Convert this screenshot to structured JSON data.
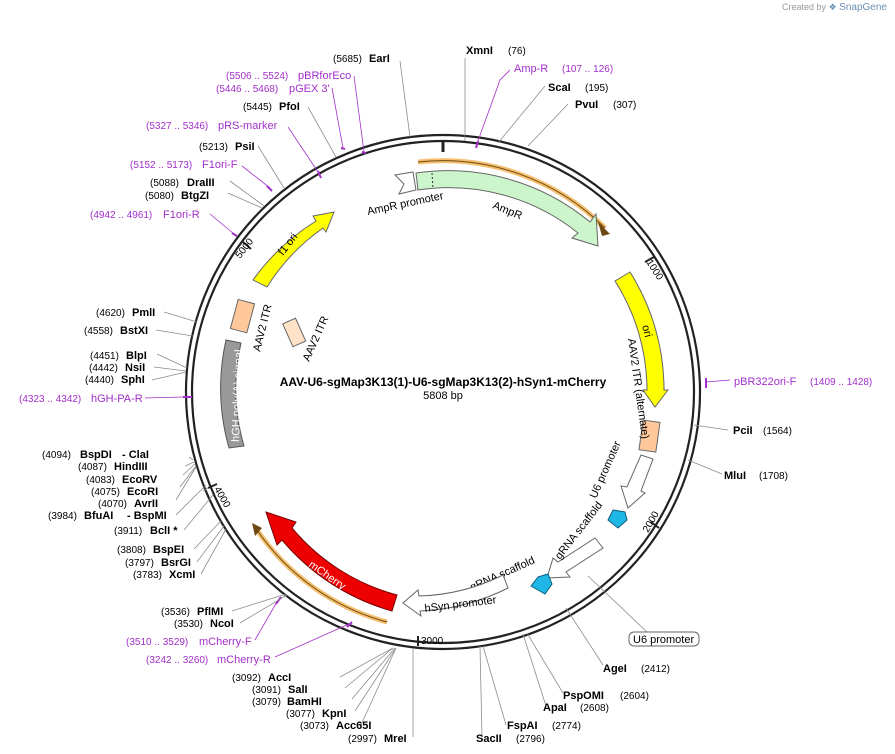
{
  "watermark": {
    "created_by": "Created by",
    "brand": "SnapGene"
  },
  "plasmid": {
    "name": "AAV-U6-sgMap3K13(1)-U6-sgMap3K13(2)-hSyn1-mCherry",
    "size": "5808 bp"
  },
  "ticks": [
    "1000",
    "2000",
    "3000",
    "4000",
    "5000"
  ],
  "features": [
    {
      "label": "AmpR",
      "color": "#ccf5cc"
    },
    {
      "label": "AmpR promoter",
      "color": "#ffffff"
    },
    {
      "label": "ori",
      "color": "#ffff00"
    },
    {
      "label": "AAV2 ITR (alternate)",
      "color": "#ffc89a"
    },
    {
      "label": "U6 promoter",
      "color": "#ffffff"
    },
    {
      "label": "gRNA scaffold",
      "color": "#1fb8e6"
    },
    {
      "label": "gRNA scaffold",
      "color": "#1fb8e6"
    },
    {
      "label": "hSyn promoter",
      "color": "#ffffff"
    },
    {
      "label": "mCherry",
      "color": "#ee0000"
    },
    {
      "label": "hGH poly(A) signal",
      "color": "#999999"
    },
    {
      "label": "AAV2 ITR",
      "color": "#ffc89a"
    },
    {
      "label": "AAV2 ITR",
      "color": "#ffc89a"
    },
    {
      "label": "f1 ori",
      "color": "#ffff00"
    }
  ],
  "u6_callout": "U6 promoter",
  "sites": [
    {
      "name": "XmnI",
      "pos": "(76)"
    },
    {
      "name": "ScaI",
      "pos": "(195)"
    },
    {
      "name": "PvuI",
      "pos": "(307)"
    },
    {
      "name": "PciI",
      "pos": "(1564)"
    },
    {
      "name": "MluI",
      "pos": "(1708)"
    },
    {
      "name": "AgeI",
      "pos": "(2412)"
    },
    {
      "name": "PspOMI",
      "pos": "(2604)"
    },
    {
      "name": "ApaI",
      "pos": "(2608)"
    },
    {
      "name": "FspAI",
      "pos": "(2774)"
    },
    {
      "name": "SacII",
      "pos": "(2796)"
    },
    {
      "name": "MreI",
      "pos": "(2997)"
    },
    {
      "name": "Acc65I",
      "pos": "(3073)"
    },
    {
      "name": "KpnI",
      "pos": "(3077)"
    },
    {
      "name": "BamHI",
      "pos": "(3079)"
    },
    {
      "name": "SalI",
      "pos": "(3091)"
    },
    {
      "name": "AccI",
      "pos": "(3092)"
    },
    {
      "name": "NcoI",
      "pos": "(3530)"
    },
    {
      "name": "PflMI",
      "pos": "(3536)"
    },
    {
      "name": "XcmI",
      "pos": "(3783)"
    },
    {
      "name": "BsrGI",
      "pos": "(3797)"
    },
    {
      "name": "BspEI",
      "pos": "(3808)"
    },
    {
      "name": "BclI *",
      "pos": "(3911)"
    },
    {
      "name": "BfuAI",
      "pos": "(3984)",
      "extra": "- BspMI"
    },
    {
      "name": "AvrII",
      "pos": "(4070)"
    },
    {
      "name": "EcoRI",
      "pos": "(4075)"
    },
    {
      "name": "EcoRV",
      "pos": "(4083)"
    },
    {
      "name": "HindIII",
      "pos": "(4087)"
    },
    {
      "name": "BspDI",
      "pos": "(4094)",
      "extra": "- ClaI"
    },
    {
      "name": "SphI",
      "pos": "(4440)"
    },
    {
      "name": "NsiI",
      "pos": "(4442)"
    },
    {
      "name": "BlpI",
      "pos": "(4451)"
    },
    {
      "name": "BstXI",
      "pos": "(4558)"
    },
    {
      "name": "PmlI",
      "pos": "(4620)"
    },
    {
      "name": "BtgZI",
      "pos": "(5080)"
    },
    {
      "name": "DraIII",
      "pos": "(5088)"
    },
    {
      "name": "PsiI",
      "pos": "(5213)"
    },
    {
      "name": "PfoI",
      "pos": "(5445)"
    },
    {
      "name": "EarI",
      "pos": "(5685)"
    }
  ],
  "primers": [
    {
      "name": "Amp-R",
      "range": "(107 .. 126)"
    },
    {
      "name": "pBR322ori-F",
      "range": "(1409 .. 1428)"
    },
    {
      "name": "mCherry-F",
      "range": "(3510 .. 3529)"
    },
    {
      "name": "mCherry-R",
      "range": "(3242 .. 3260)"
    },
    {
      "name": "hGH-PA-R",
      "range": "(4323 .. 4342)"
    },
    {
      "name": "F1ori-R",
      "range": "(4942 .. 4961)"
    },
    {
      "name": "F1ori-F",
      "range": "(5152 .. 5173)"
    },
    {
      "name": "pRS-marker",
      "range": "(5327 .. 5346)"
    },
    {
      "name": "pGEX 3'",
      "range": "(5446 .. 5468)"
    },
    {
      "name": "pBRforEco",
      "range": "(5506 .. 5524)"
    }
  ],
  "colors": {
    "backbone": "#222222",
    "primer": "#a22fc9",
    "leader": "#8c8c8c",
    "outline": "#d8a64c"
  }
}
